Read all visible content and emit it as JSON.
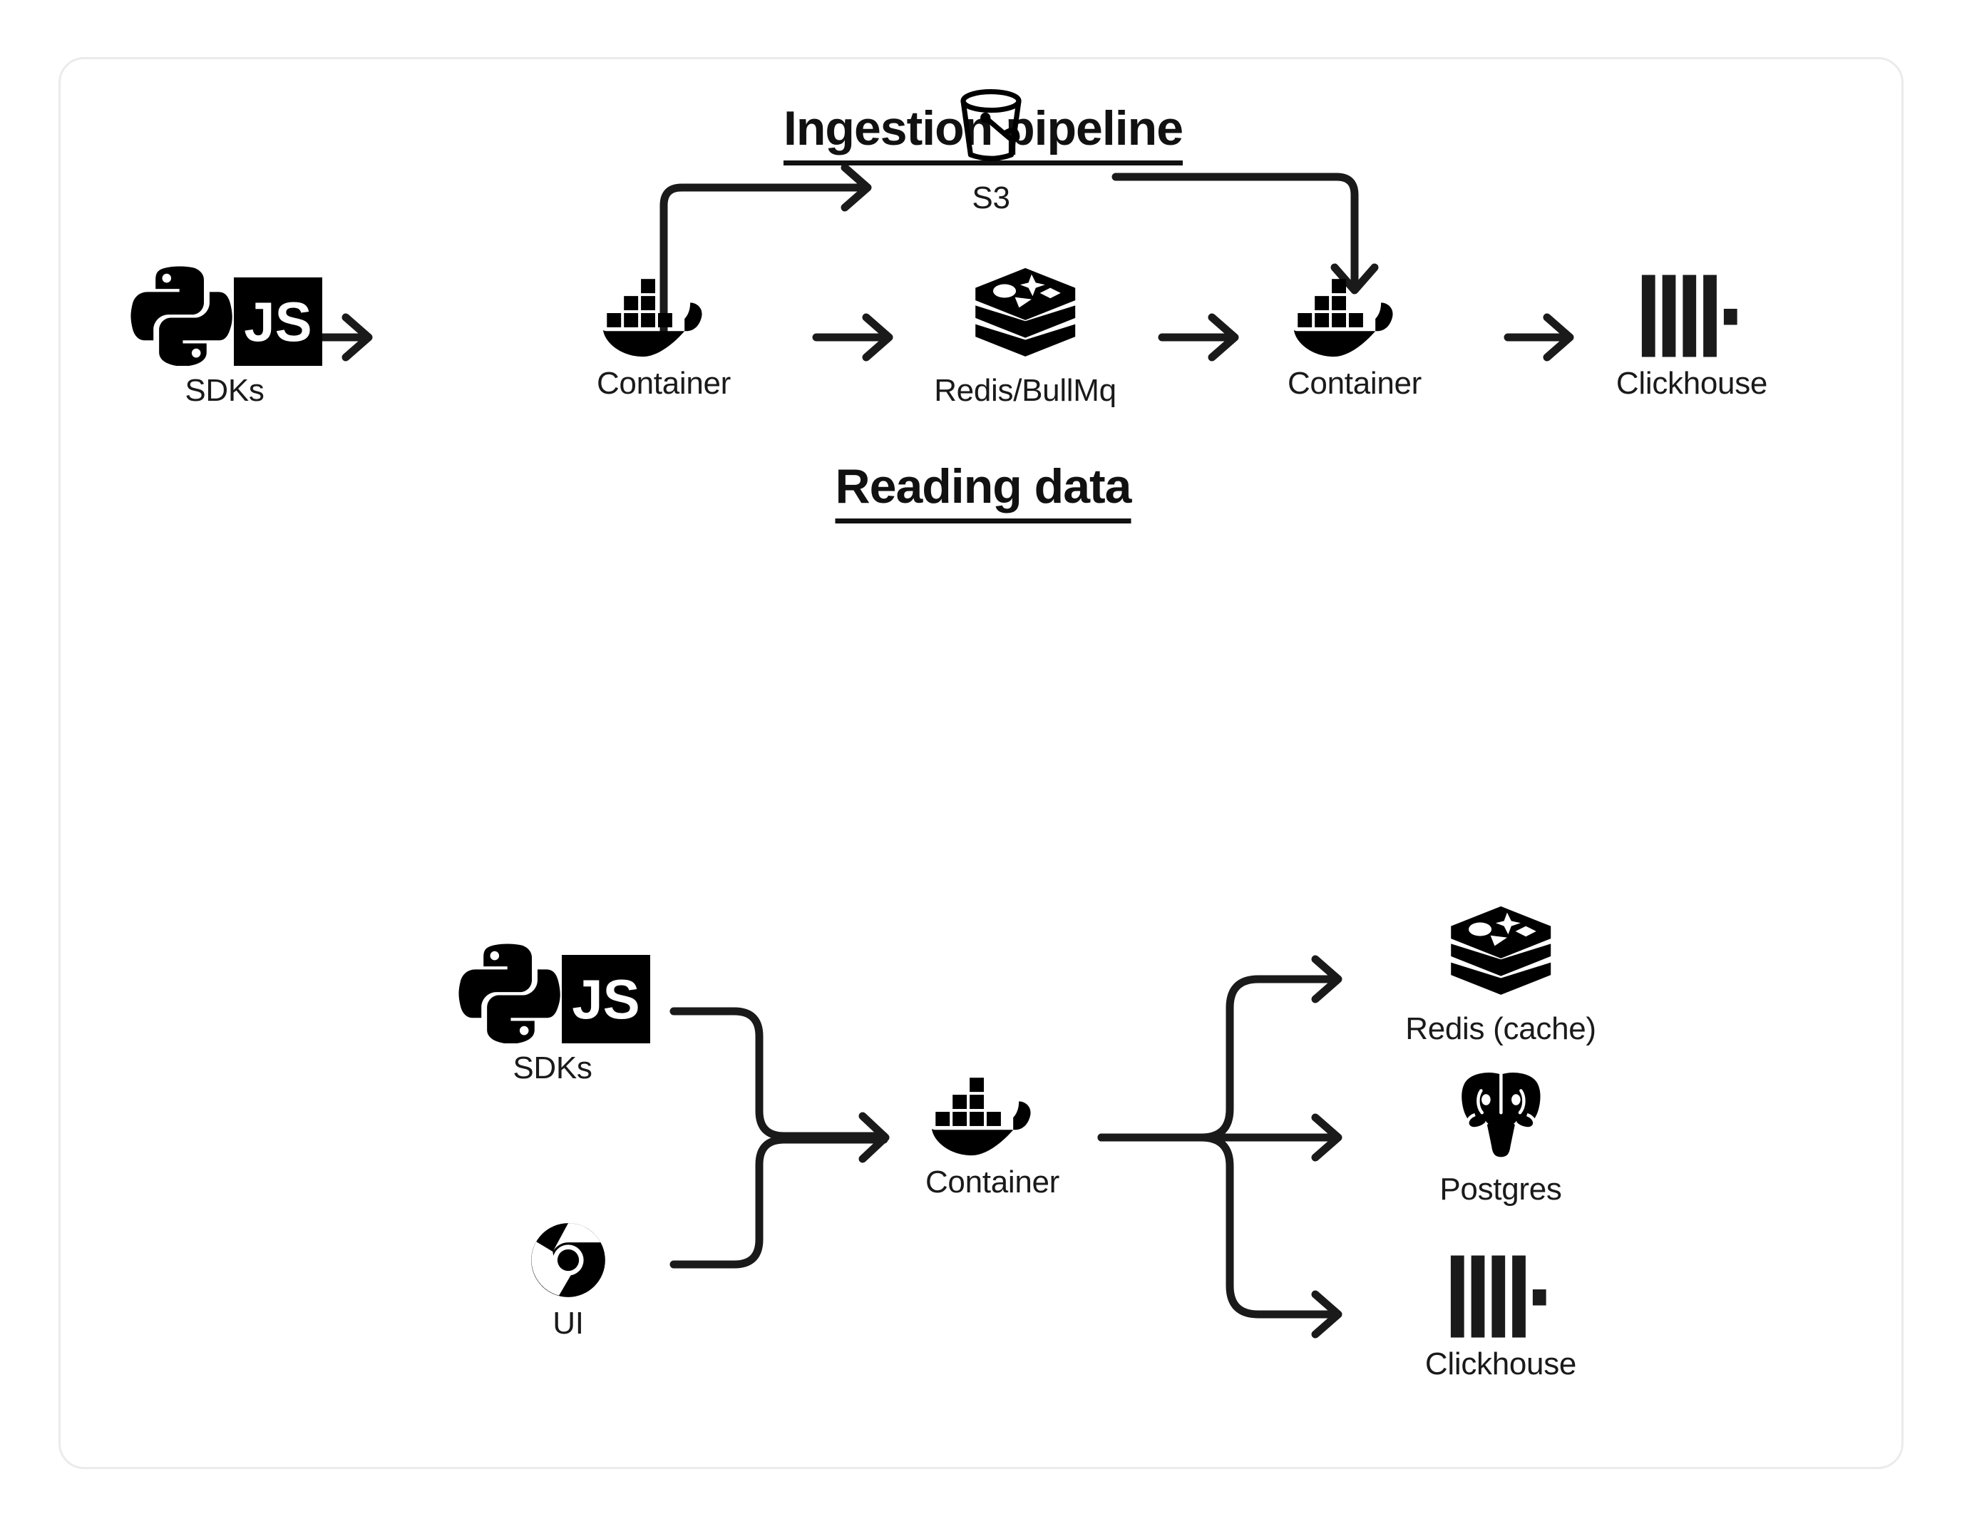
{
  "canvas": {
    "background": "#ffffff",
    "border_color": "#ebebeb",
    "ink_color": "#111111"
  },
  "sections": [
    {
      "id": "ingestion",
      "title": "Ingestion pipeline",
      "nodes": [
        {
          "id": "sdks",
          "label": "SDKs",
          "icon": "python-js-sdk-icon"
        },
        {
          "id": "container1",
          "label": "Container",
          "icon": "docker-whale-icon"
        },
        {
          "id": "s3",
          "label": "S3",
          "icon": "s3-bucket-icon"
        },
        {
          "id": "redis",
          "label": "Redis/BullMq",
          "icon": "redis-stack-icon"
        },
        {
          "id": "container2",
          "label": "Container",
          "icon": "docker-whale-icon"
        },
        {
          "id": "clickhouse",
          "label": "Clickhouse",
          "icon": "clickhouse-bars-icon"
        }
      ],
      "edges": [
        {
          "from": "sdks",
          "to": "container1",
          "shape": "straight"
        },
        {
          "from": "container1",
          "to": "s3",
          "shape": "up-right-elbow"
        },
        {
          "from": "container1",
          "to": "redis",
          "shape": "straight"
        },
        {
          "from": "s3",
          "to": "container2",
          "shape": "right-down-elbow"
        },
        {
          "from": "redis",
          "to": "container2",
          "shape": "straight"
        },
        {
          "from": "container2",
          "to": "clickhouse",
          "shape": "straight"
        }
      ]
    },
    {
      "id": "reading",
      "title": "Reading data",
      "nodes": [
        {
          "id": "sdks2",
          "label": "SDKs",
          "icon": "python-js-sdk-icon"
        },
        {
          "id": "ui",
          "label": "UI",
          "icon": "chrome-browser-icon"
        },
        {
          "id": "container3",
          "label": "Container",
          "icon": "docker-whale-icon"
        },
        {
          "id": "redis_cache",
          "label": "Redis (cache)",
          "icon": "redis-stack-icon"
        },
        {
          "id": "postgres",
          "label": "Postgres",
          "icon": "postgres-elephant-icon"
        },
        {
          "id": "clickhouse2",
          "label": "Clickhouse",
          "icon": "clickhouse-bars-icon"
        }
      ],
      "edges": [
        {
          "from": "sdks2",
          "to": "container3",
          "shape": "merge-top"
        },
        {
          "from": "ui",
          "to": "container3",
          "shape": "merge-bottom"
        },
        {
          "from": "container3",
          "to": "redis_cache",
          "shape": "branch-up"
        },
        {
          "from": "container3",
          "to": "postgres",
          "shape": "straight"
        },
        {
          "from": "container3",
          "to": "clickhouse2",
          "shape": "branch-down"
        }
      ]
    }
  ],
  "icon_text": {
    "js_label": "JS"
  }
}
